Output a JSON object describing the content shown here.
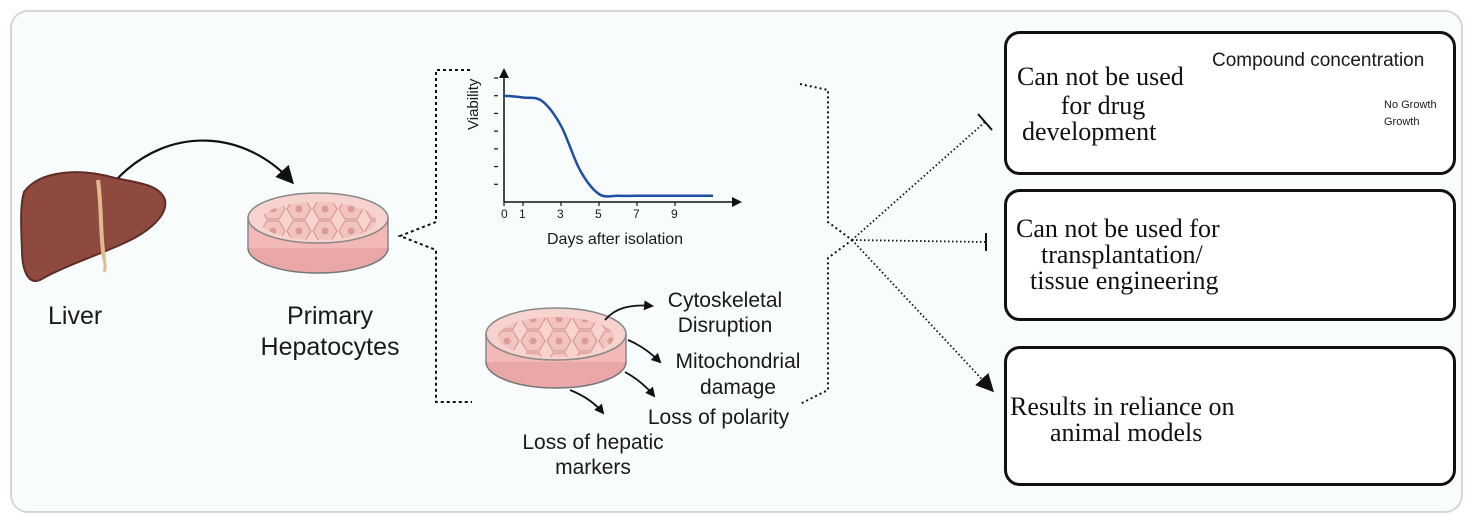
{
  "left": {
    "liver_label": "Liver",
    "hepatocytes_label": [
      "Primary",
      "Hepatocytes"
    ]
  },
  "chart_data": {
    "type": "line",
    "xlabel": "Days after isolation",
    "ylabel": "Viability",
    "x_ticks": [
      "0",
      "1",
      "3",
      "5",
      "7",
      "9"
    ],
    "x_tick_values": [
      0,
      1,
      3,
      5,
      7,
      9
    ],
    "xlim": [
      0,
      12
    ],
    "ylim": [
      0,
      7
    ],
    "y_tick_count": 7,
    "series": [
      {
        "x": [
          0,
          1,
          2,
          3,
          4,
          5,
          6,
          7,
          8,
          9,
          10,
          11
        ],
        "y": [
          6.0,
          5.9,
          5.7,
          4.3,
          1.8,
          0.45,
          0.35,
          0.35,
          0.35,
          0.35,
          0.35,
          0.35
        ],
        "color": "#1f4fa3"
      }
    ],
    "grid": false
  },
  "damage": {
    "cytoskeletal": [
      "Cytoskeletal",
      "Disruption"
    ],
    "mitochondrial": [
      "Mitochondrial",
      "damage"
    ],
    "polarity": "Loss of polarity",
    "hepatic": [
      "Loss of hepatic",
      "markers"
    ]
  },
  "outcomes": {
    "drug": {
      "text": [
        "Can not be used",
        "for drug",
        "development"
      ],
      "plate_title": "Compound concentration",
      "legend_no_growth": "No Growth",
      "legend_growth": "Growth",
      "color_no_growth": "#5fb4e6",
      "color_growth": "#ea7a35"
    },
    "transplant": {
      "text": [
        "Can not be used for",
        "transplantation/",
        "tissue engineering"
      ]
    },
    "animal": {
      "text": [
        "Results in reliance on",
        "animal models"
      ]
    }
  }
}
